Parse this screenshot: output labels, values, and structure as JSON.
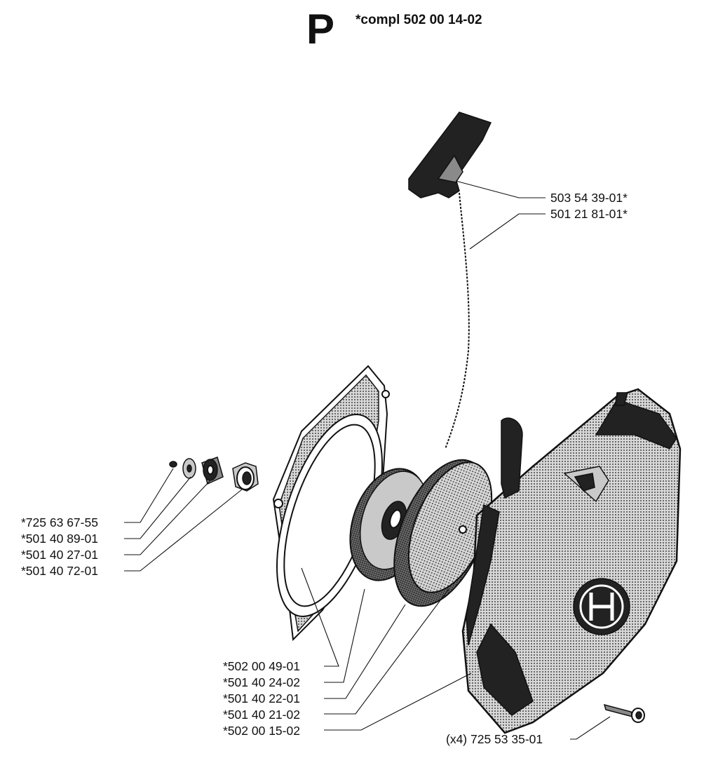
{
  "header": {
    "section_letter": "P",
    "assembly_label": "*compl 502 00 14-02"
  },
  "parts": [
    "503 54 39-01*",
    "501 21 81-01*",
    "*725 63 67-55",
    "*501 40 89-01",
    "*501 40 27-01",
    "*501 40 72-01",
    "*502 00 49-01",
    "*501 40 24-02",
    "*501 40 22-01",
    "*501 40 21-02",
    "*502 00 15-02",
    "(x4) 725 53 35-01"
  ],
  "colors": {
    "ink": "#111111",
    "paper": "#ffffff",
    "shade": "#8a8a8a"
  }
}
